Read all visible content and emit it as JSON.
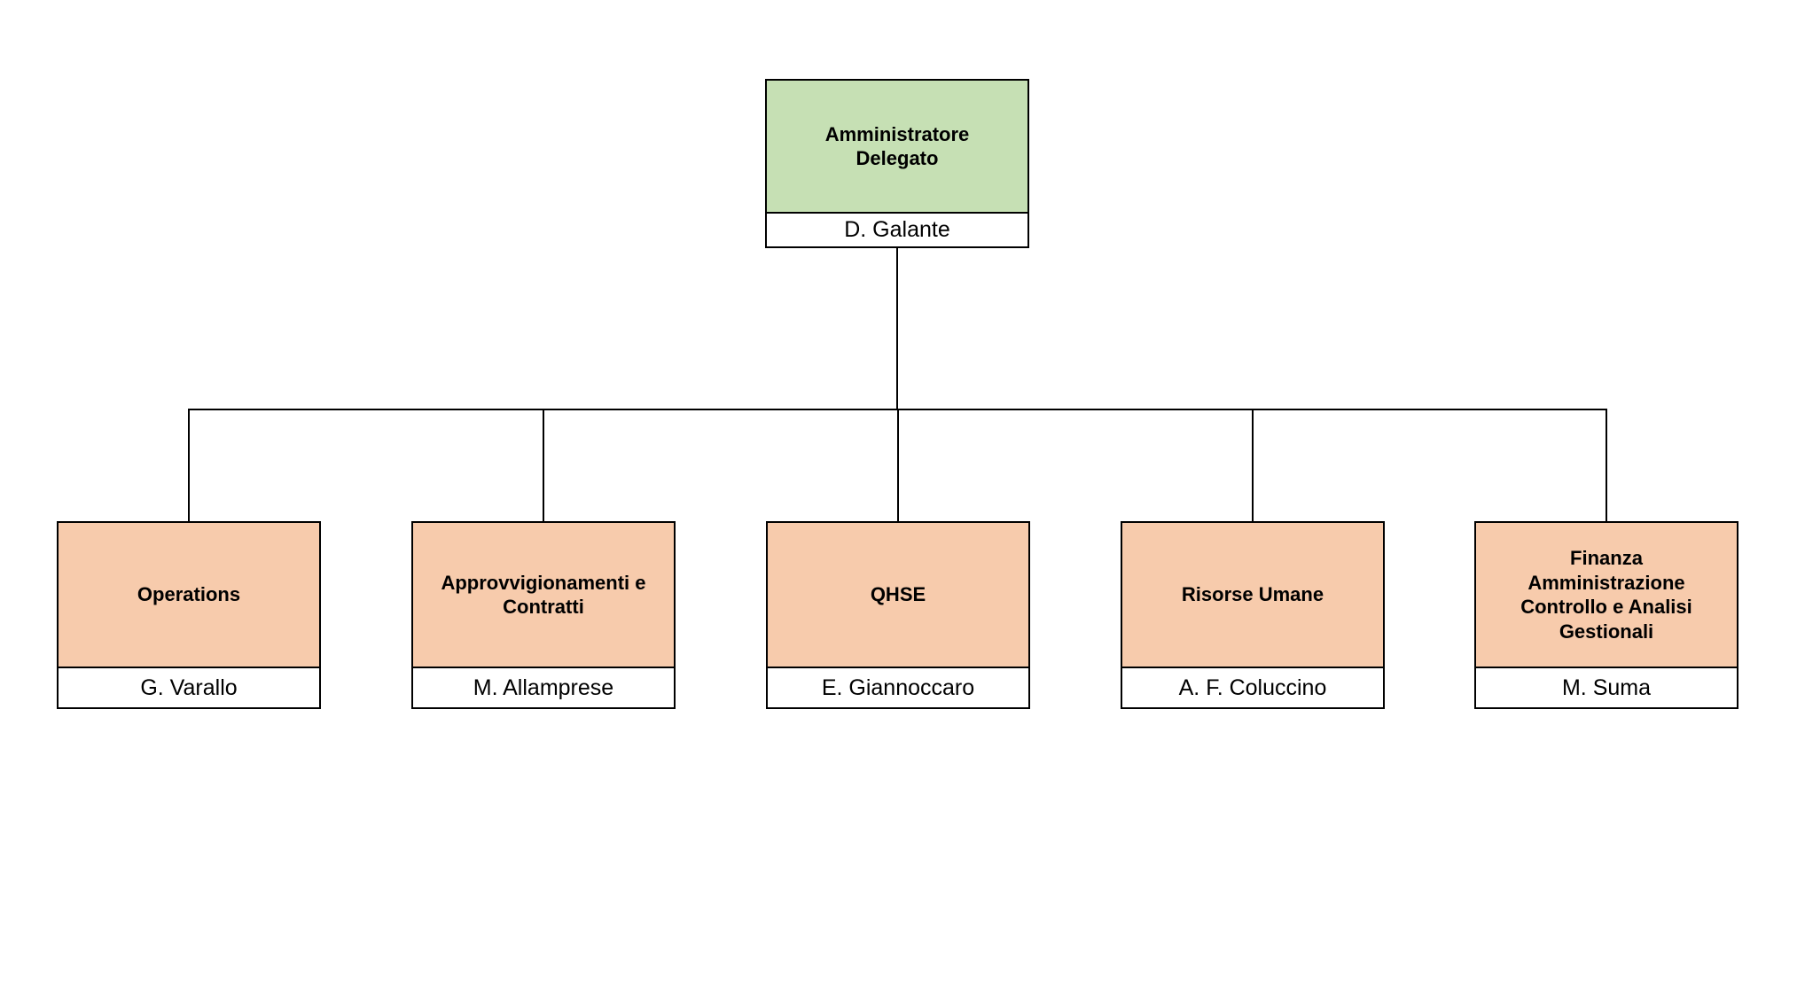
{
  "org_chart": {
    "type": "organization-chart",
    "root": {
      "title": "Amministratore\nDelegato",
      "name": "D. Galante"
    },
    "children": [
      {
        "title": "Operations",
        "name": "G. Varallo"
      },
      {
        "title": "Approvvigionamenti e\nContratti",
        "name": "M. Allamprese"
      },
      {
        "title": "QHSE",
        "name": "E. Giannoccaro"
      },
      {
        "title": "Risorse Umane",
        "name": "A. F. Coluccino"
      },
      {
        "title": "Finanza\nAmministrazione\nControllo e Analisi\nGestionali",
        "name": "M. Suma"
      }
    ],
    "colors": {
      "root_fill": "#C6E0B4",
      "child_fill": "#F7CBAC",
      "name_fill": "#FFFFFF",
      "border": "#000000",
      "connector": "#000000"
    }
  }
}
